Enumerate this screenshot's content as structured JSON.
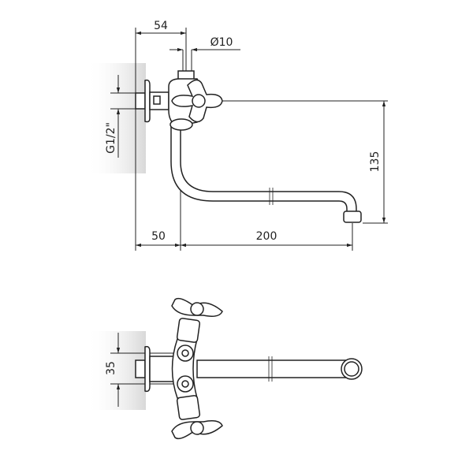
{
  "drawing": {
    "side_view": {
      "dim_offset_top": "54",
      "dim_diameter": "Ø10",
      "dim_thread": "G1/2\"",
      "dim_height": "135",
      "dim_wall_offset": "50",
      "dim_spout_length": "200"
    },
    "top_view": {
      "dim_spacing": "35"
    },
    "colors": {
      "line": "#222222",
      "wall_shade": "#d8d8d8"
    }
  }
}
